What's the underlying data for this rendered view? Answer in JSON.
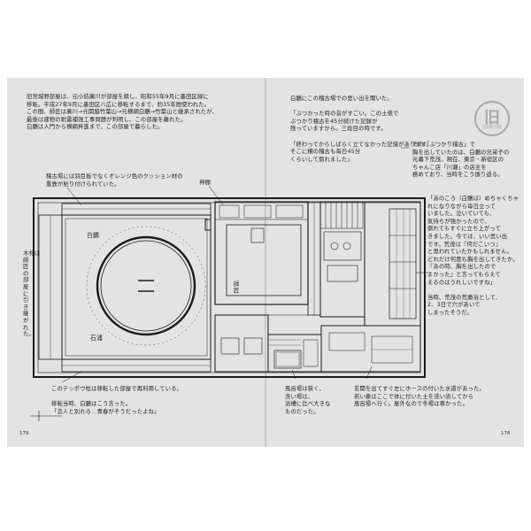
{
  "left_page": {
    "intro_text": "旧宮城野部屋は、元小結廣川が部屋を興し、昭和55年9月に墨田区緑に\n移転。平成27年9月に墨田区八広に移転するまで、約35年間使われた。\nこの間、師匠は廣川→元関脇竹葉山→元横綱白鵬→竹葉山と継承されたが、\n最後は建物の耐震補強工事問題が判明し、この部屋を離れた。\n白鵬は入門から横綱昇進まで、この部屋で暮らした。",
    "annotation_cushion": "稽古場には羽目板でなくオレンジ色のクッション材の\n重鉄が貼り付けられていた。",
    "annotation_kamidana": "神棚",
    "annotation_kabe": "木札は\n師\n匠\nの\n部\n屋\nに\n引\nき\n継\nが\nれ\nた。",
    "caption_bottom": "このテッポウ柱は移転した部屋で再利用している。\n\n移転当時、白鵬はこう言った。\n「恋人と別れる…青春がそうだったよね」",
    "label_hakuho": "白鵬",
    "label_ishiura": "石浦",
    "label_shisho": "師\n匠",
    "page_number": "179"
  },
  "right_page": {
    "col1_text": "白鵬にこの稽古場での思い出を聞いた。\n\n「ぶつかった時の音がすごい。この土俵で\nぶつかり稽古を45分続けた記録が\n残っていますから。三段目の時です。\n\n「終わってからしばらく立てなかった記憶があります。\nそこに横の稽古も毎日45分\nくらいして倒れました」",
    "col2_text": "その「ぶつかり稽古」で\n胸を出していたのは、白鵬の兄弟子の\n元幕下荒茂。現在、東京・新宿区の\nちゃんこ店「川瀬」の店主を\n務めており、当時をこう振り返る。",
    "col3_text": "「あのころ（白鵬は）めちゃくちゃ\nれになりながら毎日立って\nいました。泣いていても、\n気持ちが強かったので、\n倒れてもすぐに立ち上がって\nきました。今では、いい思い出\nです。荒茂は『何だこいつ』\nと思われていたかもしれません。\nどれだけ何度も胸を出してきたか。\n『あの時、胸を出したので\nよかった』と言ってもらえて\nえるのはうれしいですね」\n\n当時、荒茂の荒療治として、\n2、3日で穴があいて\nしまったそうだ。",
    "caption_bath": "風呂場は狭く、\n洗い場は、\n浴槽に比べ大きな\nものだった。",
    "caption_entrance": "玄関を出てすぐ左にホースの付いた水道があった。\n若い衆はここで体に付いた土を洗い流してから\n風呂場へ行く。屋外なので冬場は寒かった。",
    "page_number": "178"
  },
  "badge": {
    "main": "旧",
    "sub": "宮城野部屋"
  },
  "colors": {
    "background": "#e3e3e3",
    "ink": "#1a1a1a",
    "badge": "#a9a9a9"
  }
}
